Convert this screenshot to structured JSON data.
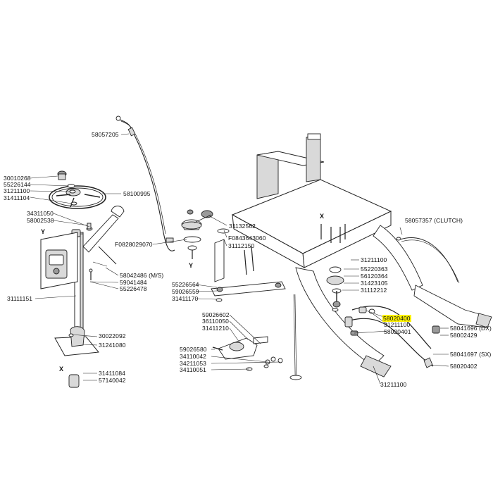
{
  "diagram": {
    "highlight_color": "#fff200",
    "axis_labels": {
      "y1": "Y",
      "x1": "X",
      "y2": "Y",
      "x2": "X"
    },
    "parts": [
      {
        "id": "p01",
        "code": "58057205"
      },
      {
        "id": "p02",
        "code": "30010268"
      },
      {
        "id": "p03",
        "code": "55226144"
      },
      {
        "id": "p04",
        "code": "31211100"
      },
      {
        "id": "p05",
        "code": "31411104"
      },
      {
        "id": "p06",
        "code": "58100995"
      },
      {
        "id": "p07",
        "code": "34311050"
      },
      {
        "id": "p08",
        "code": "58002538"
      },
      {
        "id": "p09",
        "code": "F0828029070"
      },
      {
        "id": "p10",
        "code": "58042486 (M/S)"
      },
      {
        "id": "p11",
        "code": "59041484"
      },
      {
        "id": "p12",
        "code": "55226478"
      },
      {
        "id": "p13",
        "code": "31111151"
      },
      {
        "id": "p14",
        "code": "30022092"
      },
      {
        "id": "p15",
        "code": "31241080"
      },
      {
        "id": "p16",
        "code": "31411084"
      },
      {
        "id": "p17",
        "code": "57140042"
      },
      {
        "id": "p18",
        "code": "31132562"
      },
      {
        "id": "p19",
        "code": "F0843643060"
      },
      {
        "id": "p20",
        "code": "31112150"
      },
      {
        "id": "p21",
        "code": "55226564"
      },
      {
        "id": "p22",
        "code": "59026559"
      },
      {
        "id": "p23",
        "code": "31411170"
      },
      {
        "id": "p24",
        "code": "59026602"
      },
      {
        "id": "p25",
        "code": "36110050"
      },
      {
        "id": "p26",
        "code": "31411210"
      },
      {
        "id": "p27",
        "code": "59026580"
      },
      {
        "id": "p28",
        "code": "34110042"
      },
      {
        "id": "p29",
        "code": "34211053"
      },
      {
        "id": "p30",
        "code": "34110051"
      },
      {
        "id": "p31",
        "code": "58057357 (CLUTCH)"
      },
      {
        "id": "p32",
        "code": "31211100"
      },
      {
        "id": "p33",
        "code": "55220363"
      },
      {
        "id": "p34",
        "code": "56120364"
      },
      {
        "id": "p35",
        "code": "31423105"
      },
      {
        "id": "p36",
        "code": "31112212"
      },
      {
        "id": "p37",
        "code": "58041696 (DX)"
      },
      {
        "id": "p38",
        "code": "58002429"
      },
      {
        "id": "p39",
        "code": "58020400",
        "highlight": true
      },
      {
        "id": "p40",
        "code": "31211100"
      },
      {
        "id": "p41",
        "code": "58020401"
      },
      {
        "id": "p42",
        "code": "58041697 (SX)"
      },
      {
        "id": "p43",
        "code": "58020402"
      },
      {
        "id": "p44",
        "code": "31211100"
      }
    ]
  }
}
